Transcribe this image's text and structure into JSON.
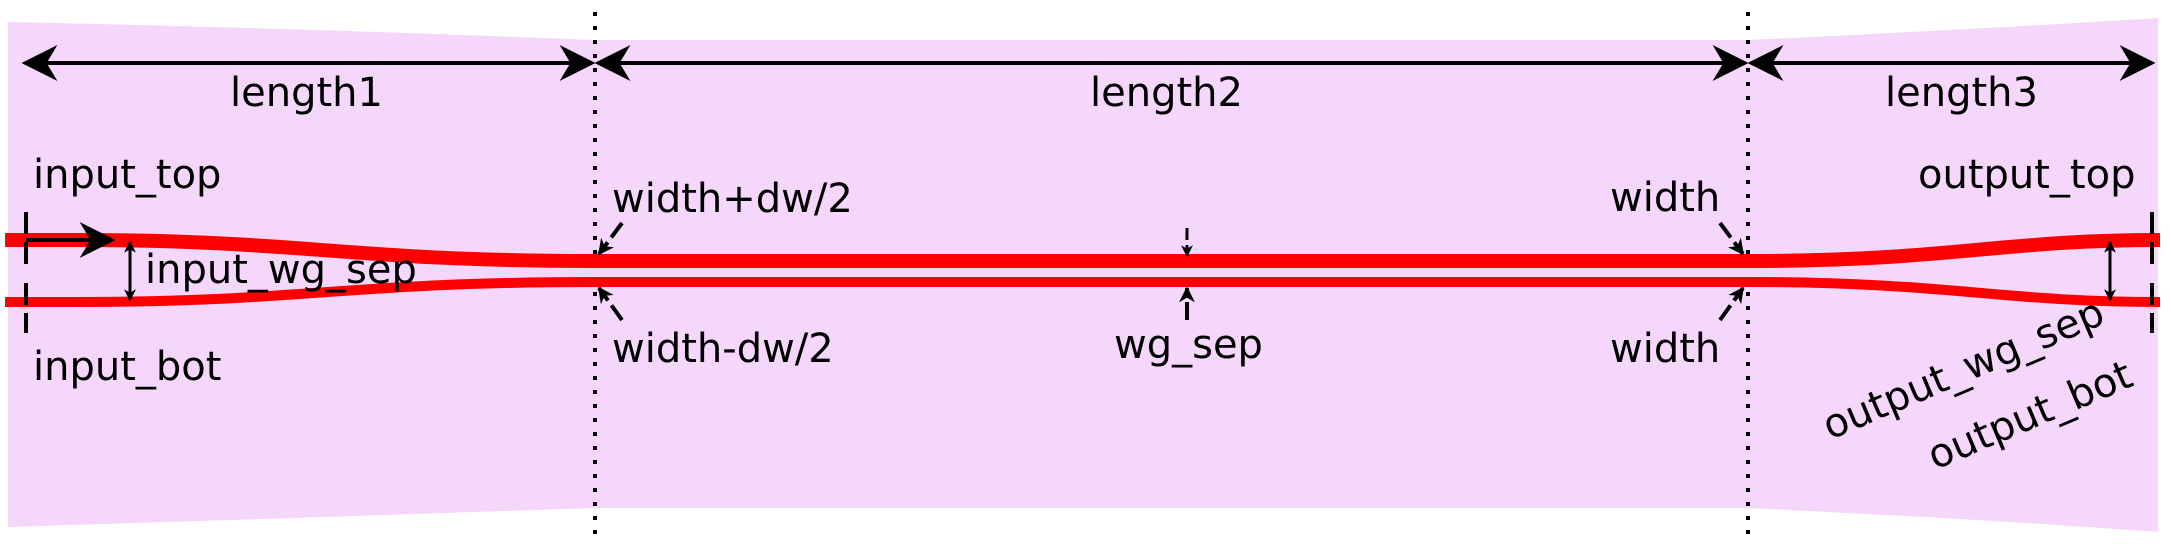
{
  "labels": {
    "length1": "length1",
    "length2": "length2",
    "length3": "length3",
    "input_top": "input_top",
    "input_bot": "input_bot",
    "input_wg_sep": "input_wg_sep",
    "width_plus_dw": "width+dw/2",
    "width_minus_dw": "width-dw/2",
    "wg_sep": "wg_sep",
    "width_top": "width",
    "width_bottom": "width",
    "output_top": "output_top",
    "output_wg_sep": "output_wg_sep",
    "output_bot": "output_bot"
  },
  "colors": {
    "background_region": "#f4d7fb",
    "waveguide": "#ff0000",
    "annotation": "#000000"
  }
}
